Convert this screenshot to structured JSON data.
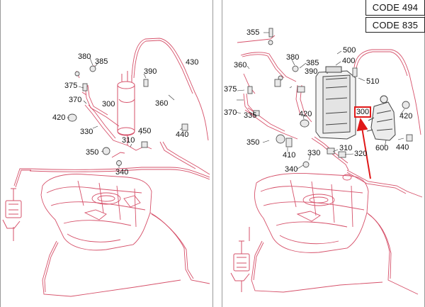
{
  "codes": [
    "CODE 494",
    "CODE 835"
  ],
  "left_labels": {
    "l380": "380",
    "l385": "385",
    "l375": "375",
    "l370": "370",
    "l420": "420",
    "l330": "330",
    "l300": "300",
    "l390": "390",
    "l430": "430",
    "l360": "360",
    "l450": "450",
    "l310": "310",
    "l440": "440",
    "l350": "350",
    "l340": "340"
  },
  "right_labels": {
    "r355": "355",
    "r360": "360",
    "r380": "380",
    "r385": "385",
    "r500": "500",
    "r400": "400",
    "r510": "510",
    "r390": "390",
    "r375": "375",
    "r370": "370",
    "r335": "335",
    "r420": "420",
    "r300": "300",
    "r420b": "420",
    "r350": "350",
    "r410": "410",
    "r330": "330",
    "r310": "310",
    "r320": "320",
    "r600": "600",
    "r440": "440",
    "r340": "340"
  },
  "highlight": {
    "part": "300",
    "color": "#e01818"
  },
  "line_color": "#d6516a"
}
